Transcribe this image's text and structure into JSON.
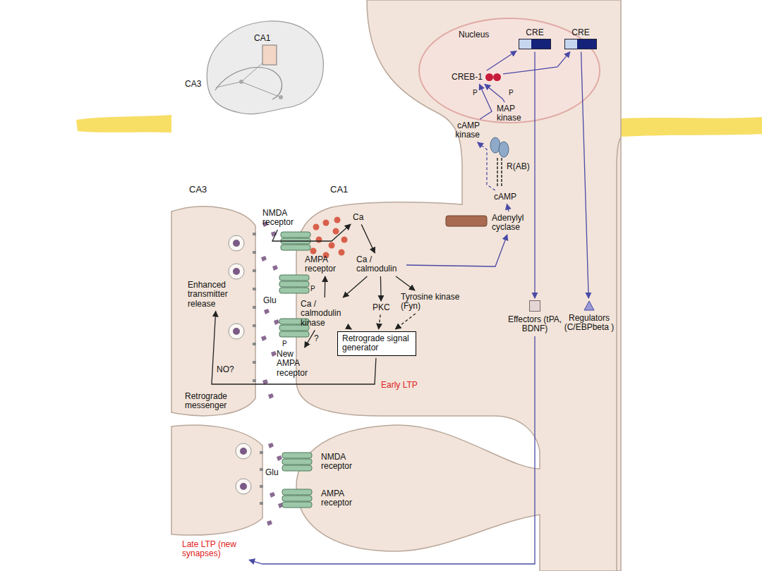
{
  "diagram": {
    "nodes": [
      {
        "text": [
          "Nucleus"
        ]
      },
      {
        "text": [
          "CRE"
        ],
        "in": 0
      },
      {
        "text": [
          "CRE"
        ],
        "in": 0
      },
      {
        "text": [
          "CREB-1"
        ],
        "in": 0
      },
      {
        "text": [
          "MAP kinase"
        ]
      },
      {
        "text": [
          "cAMP kinase"
        ]
      },
      {
        "text": [
          "cAMP"
        ]
      },
      {
        "text": [
          "Adenylyl cyclase"
        ]
      },
      {
        "text": [
          "NMDA receptor"
        ]
      },
      {
        "text": [
          "Ca"
        ]
      },
      {
        "text": [
          "Ca / calmodulin"
        ]
      },
      {
        "text": [
          "Ca / calmodulin kinase"
        ]
      },
      {
        "text": [
          "PKC"
        ]
      },
      {
        "text": [
          "Tyrosine kinase (Fyn)"
        ]
      },
      {
        "text": [
          "Retrograde signal generator"
        ]
      },
      {
        "text": [
          "Enhanced transmitter release"
        ]
      },
      {
        "text": [
          "Effectors (tPA, BDNF)"
        ]
      },
      {
        "text": [
          "Regulators (C/EBPbeta )"
        ]
      },
      {
        "text": [
          "Late LTP (new synapses)"
        ]
      },
      {
        "text": [
          "AMPA receptor"
        ]
      },
      {
        "text": [
          "New AMPA receptor"
        ]
      }
    ],
    "edges": [
      {
        "from": 8,
        "to": 9,
        "arrow": "to"
      },
      {
        "from": 9,
        "to": 10,
        "arrow": "to"
      },
      {
        "from": 10,
        "to": 11,
        "arrow": "to"
      },
      {
        "from": 10,
        "to": 12,
        "arrow": "to"
      },
      {
        "from": 10,
        "to": 13,
        "arrow": "to"
      },
      {
        "from": 11,
        "to": 19,
        "arrow": "to"
      },
      {
        "from": 11,
        "to": 20,
        "label": "?",
        "arrow": "to"
      },
      {
        "from": 11,
        "to": 14,
        "arrow": "to"
      },
      {
        "from": 12,
        "to": 14,
        "arrow": "to"
      },
      {
        "from": 13,
        "to": 14,
        "arrow": "to"
      },
      {
        "from": 14,
        "to": 15,
        "label": "NO?",
        "arrow": "to"
      },
      {
        "from": 10,
        "to": 7,
        "arrow": "to"
      },
      {
        "from": 7,
        "to": 6,
        "arrow": "to"
      },
      {
        "from": 6,
        "to": 5,
        "arrow": "to"
      },
      {
        "from": 5,
        "to": 3,
        "arrow": "to"
      },
      {
        "from": 4,
        "to": 3,
        "arrow": "to"
      },
      {
        "from": 3,
        "to": 1,
        "arrow": "to"
      },
      {
        "from": 3,
        "to": 2,
        "arrow": "to"
      },
      {
        "from": 1,
        "to": 16,
        "arrow": "to"
      },
      {
        "from": 2,
        "to": 17,
        "arrow": "to"
      },
      {
        "from": 16,
        "to": 18,
        "arrow": "to"
      }
    ],
    "labels": [
      "CA1",
      "CA3",
      "P",
      "P",
      "R(AB)",
      "CA3",
      "CA1",
      "P",
      "Glu",
      "P",
      "Retrograde messenger",
      "Early LTP",
      "Glu",
      "NMDA receptor",
      "AMPA receptor"
    ]
  }
}
